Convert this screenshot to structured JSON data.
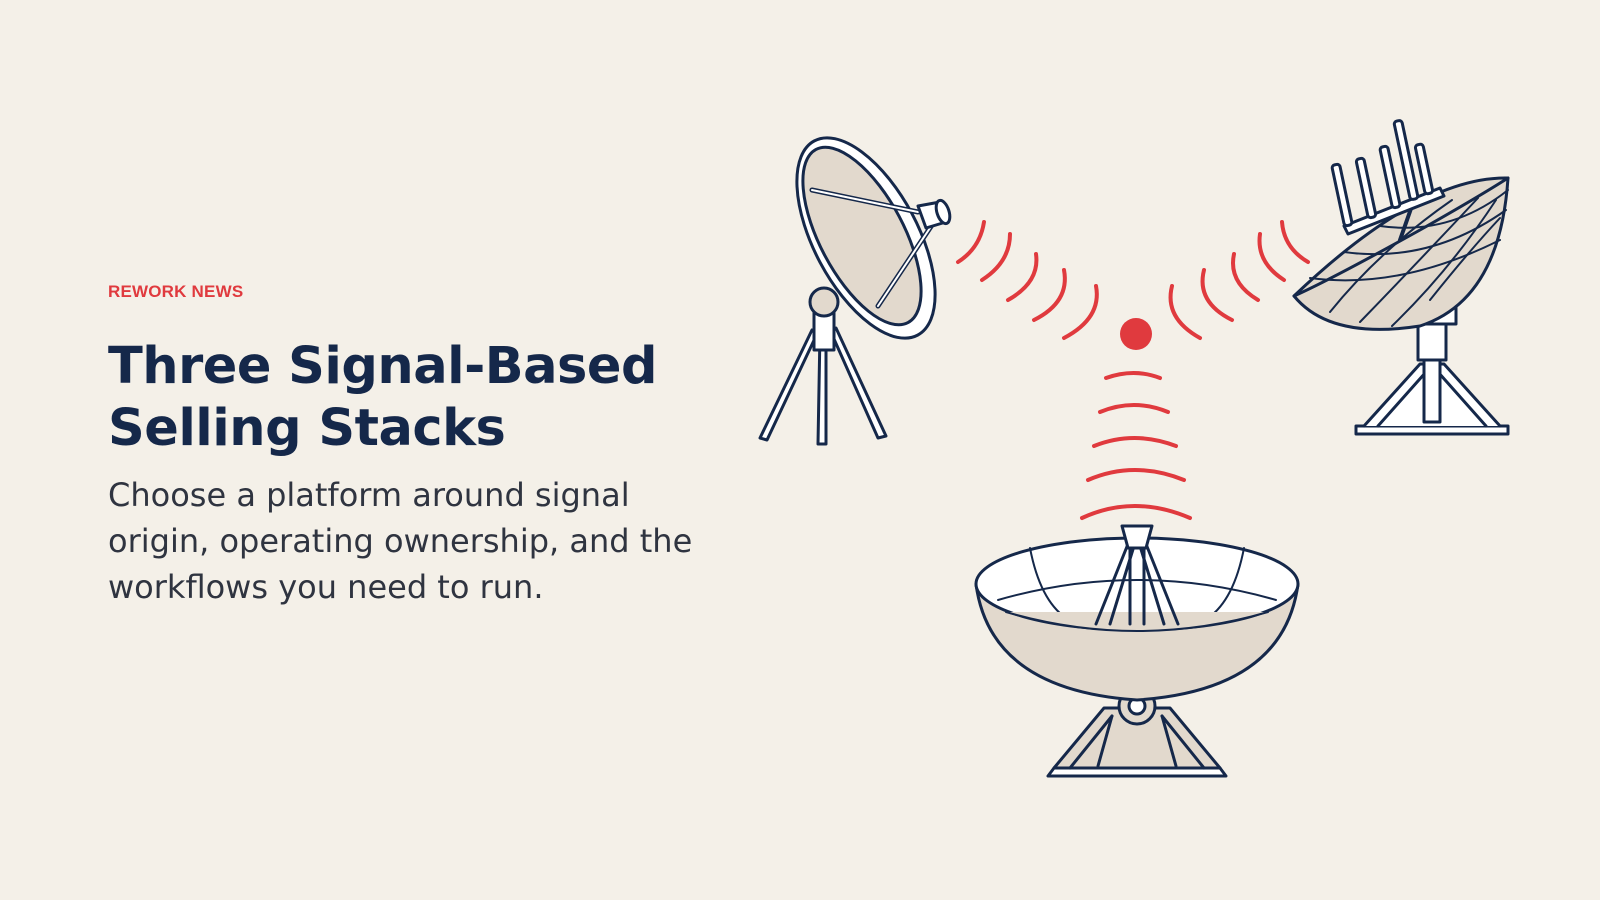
{
  "hero": {
    "eyebrow": "REWORK NEWS",
    "title_line1": "Three Signal-Based",
    "title_line2": "Selling Stacks",
    "subtitle": "Choose a platform around signal origin, operating ownership, and the workflows you need to run."
  },
  "illustration": {
    "icons": [
      "satellite-dish-icon",
      "satellite-dish-icon",
      "satellite-dish-icon",
      "signal-wave-icon",
      "signal-source-icon"
    ]
  },
  "colors": {
    "background": "#f4f0e8",
    "ink": "#15284a",
    "accent": "#e03a3e",
    "dish_fill": "#e2d9cd"
  }
}
